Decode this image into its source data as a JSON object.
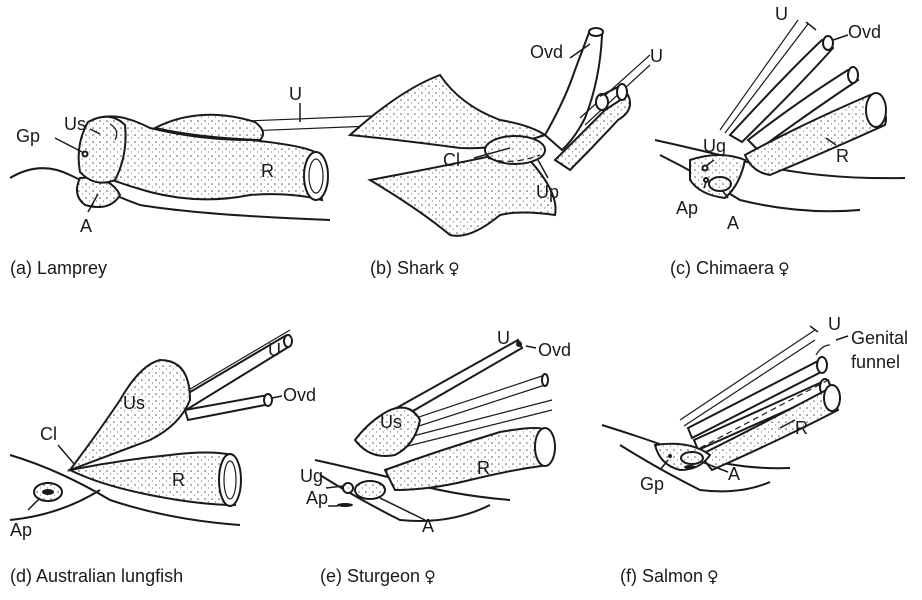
{
  "panels": [
    {
      "caption": "(a) Lamprey",
      "sex": "",
      "labels": {
        "us": "Us",
        "gp": "Gp",
        "u": "U",
        "r": "R",
        "a": "A"
      }
    },
    {
      "caption": "(b) Shark",
      "sex": "♀",
      "labels": {
        "ovd": "Ovd",
        "u": "U",
        "cl": "Cl",
        "up": "Up"
      }
    },
    {
      "caption": "(c) Chimaera",
      "sex": "♀",
      "labels": {
        "u": "U",
        "ovd": "Ovd",
        "ug": "Ug",
        "r": "R",
        "ap": "Ap",
        "a": "A"
      }
    },
    {
      "caption": "(d) Australian lungfish",
      "sex": "",
      "labels": {
        "u": "U",
        "ovd": "Ovd",
        "cl": "Cl",
        "us": "Us",
        "r": "R",
        "ap": "Ap"
      }
    },
    {
      "caption": "(e) Sturgeon",
      "sex": "♀",
      "labels": {
        "u": "U",
        "ovd": "Ovd",
        "us": "Us",
        "r": "R",
        "ug": "Ug",
        "ap": "Ap",
        "a": "A"
      }
    },
    {
      "caption": "(f) Salmon",
      "sex": "♀",
      "labels": {
        "u": "U",
        "genital_funnel_1": "Genital",
        "genital_funnel_2": "funnel",
        "r": "R",
        "gp": "Gp",
        "a": "A"
      }
    }
  ]
}
